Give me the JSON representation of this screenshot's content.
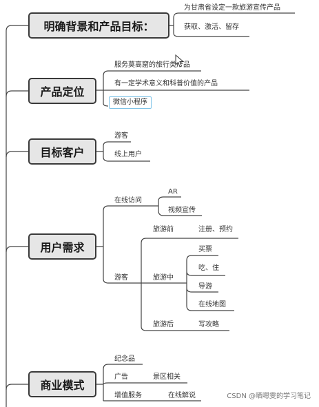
{
  "topics": [
    {
      "label": "明确背景和产品目标：",
      "children": [
        "为甘肃省设定一款旅游宣传产品",
        "获取、激活、留存"
      ]
    },
    {
      "label": "产品定位",
      "children": [
        "服务莫高窟的旅行类产品",
        "有一定学术意义和科普价值的产品",
        "微信小程序"
      ],
      "selected_child": "微信小程序"
    },
    {
      "label": "目标客户",
      "children": [
        "游客",
        "线上用户"
      ]
    },
    {
      "label": "用户需求",
      "online_visit": {
        "label": "在线访问",
        "children": [
          "AR",
          "视频宣传"
        ]
      },
      "tourist": {
        "label": "游客",
        "before": {
          "label": "旅游前",
          "item": "注册、预约"
        },
        "during": {
          "label": "旅游中",
          "items": [
            "买票",
            "吃、住",
            "导游",
            "在线地图"
          ]
        },
        "after": {
          "label": "旅游后",
          "item": "写攻略"
        }
      }
    },
    {
      "label": "商业模式",
      "children": [
        "纪念品",
        "广告",
        "增值服务"
      ],
      "ad_detail": "景区相关",
      "vas_detail": "在线解说"
    }
  ],
  "watermark": "CSDN @晒嗯雯的学习笔记",
  "line_color": "#444444"
}
